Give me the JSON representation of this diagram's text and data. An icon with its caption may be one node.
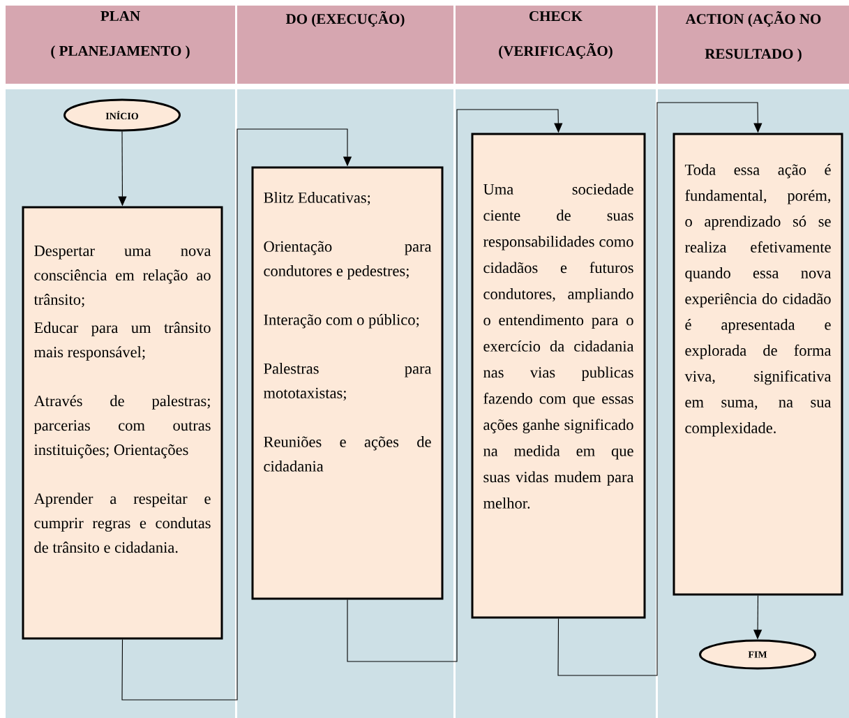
{
  "diagram": {
    "nodes": [
      {
        "text": [
          "PLAN",
          "( PLANEJAMENTO )"
        ]
      },
      {
        "text": [
          "DO (EXECUÇÃO)"
        ]
      },
      {
        "text": [
          "CHECK",
          "(VERIFICAÇÃO)"
        ]
      },
      {
        "text": [
          "ACTION (AÇÃO NO RESULTADO )"
        ]
      },
      {
        "text": [
          "INÍCIO"
        ]
      },
      {
        "text": [
          "Despertar uma nova consciência em relação ao trânsito;",
          "Educar para um trânsito mais responsável;",
          "Através de palestras; parcerias com outras instituições; Orientações",
          "Aprender a respeitar e cumprir regras e condutas de trânsito e cidadania."
        ]
      },
      {
        "text": [
          "Blitz Educativas;",
          "Orientação para condutores e pedestres;",
          "Interação com o público;",
          "Palestras para mototaxistas;",
          "Reuniões e ações de cidadania"
        ]
      },
      {
        "text": [
          "Uma sociedade ciente de suas responsabilidades como cidadãos e futuros condutores, ampliando o entendimento para o exercício da cidadania nas vias publicas fazendo com que essas ações ganhe significado na medida em que suas vidas mudem para melhor."
        ]
      },
      {
        "text": [
          "Toda essa ação é fundamental, porém, o aprendizado só se realiza efetivamente quando essa nova experiência do cidadão é apresentada e explorada de forma viva, significativa em suma, na sua complexidade."
        ]
      },
      {
        "text": [
          "FIM"
        ]
      }
    ],
    "edges": [
      {
        "from": 4,
        "to": 5,
        "arrow": "to"
      },
      {
        "from": 5,
        "to": 6,
        "arrow": "to"
      },
      {
        "from": 6,
        "to": 7,
        "arrow": "to"
      },
      {
        "from": 7,
        "to": 8,
        "arrow": "to"
      },
      {
        "from": 8,
        "to": 9,
        "arrow": "to"
      }
    ]
  }
}
